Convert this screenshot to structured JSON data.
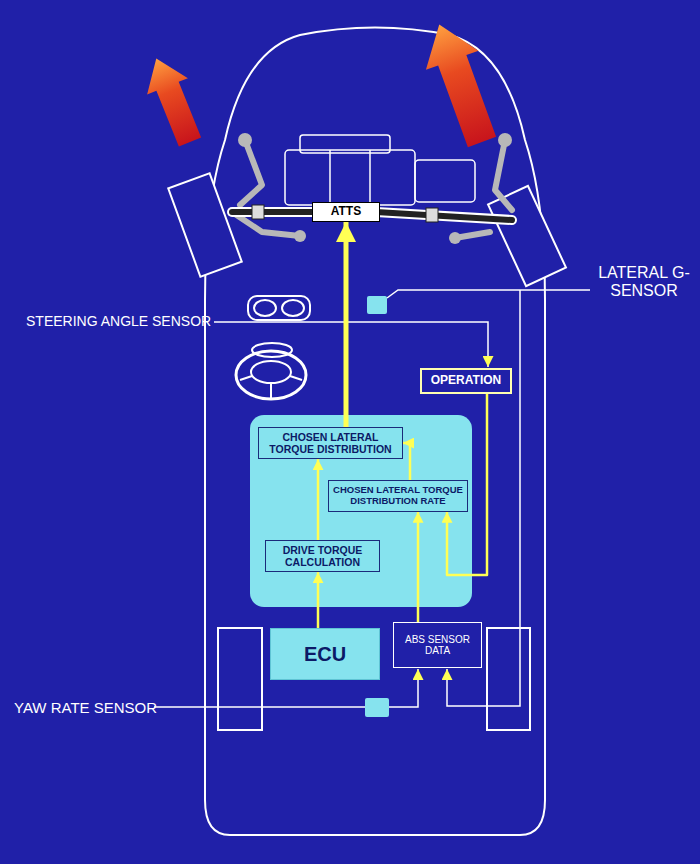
{
  "diagram": {
    "nodes": [
      {
        "text": [
          "ATTS"
        ]
      },
      {
        "text": [
          "OPERATION"
        ]
      },
      {
        "text": [
          "CHOSEN LATERAL TORQUE DISTRIBUTION"
        ]
      },
      {
        "text": [
          "CHOSEN LATERAL TORQUE DISTRIBUTION RATE"
        ]
      },
      {
        "text": [
          "DRIVE TORQUE CALCULATION"
        ]
      },
      {
        "text": [
          "ECU"
        ]
      },
      {
        "text": [
          "ABS SENSOR DATA"
        ]
      }
    ],
    "edges": [
      {
        "from": 4,
        "to": 2,
        "arrow": "to"
      },
      {
        "from": 3,
        "to": 2,
        "arrow": "to"
      },
      {
        "from": 2,
        "to": 0,
        "arrow": "to"
      },
      {
        "from": 5,
        "to": 4,
        "arrow": "to"
      },
      {
        "from": 6,
        "to": 3,
        "arrow": "to"
      },
      {
        "from": 1,
        "to": 3,
        "arrow": "to"
      }
    ],
    "labels": [
      "LATERAL G-SENSOR",
      "STEERING ANGLE SENSOR",
      "YAW RATE SENSOR"
    ]
  }
}
